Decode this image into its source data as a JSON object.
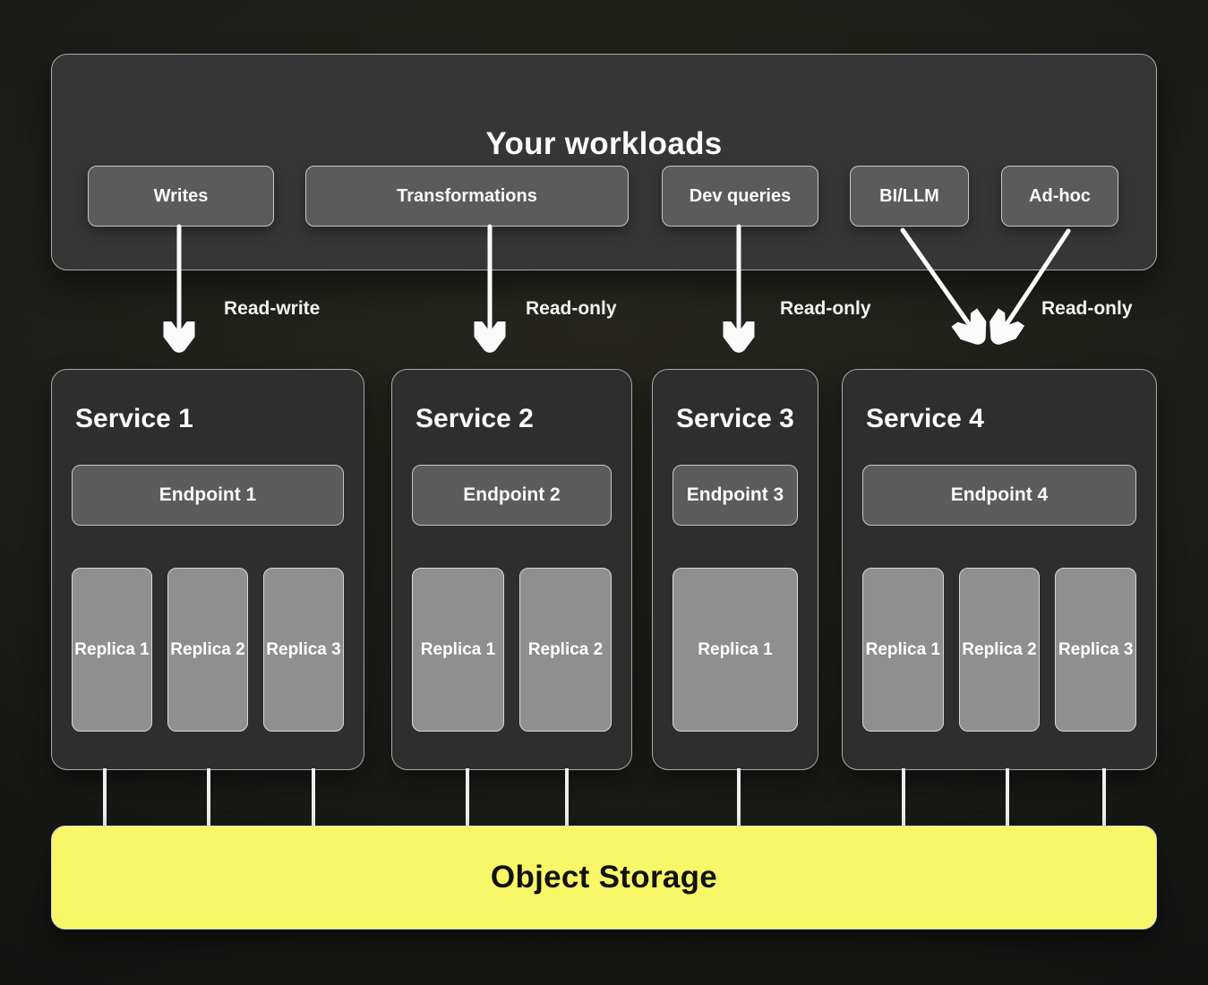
{
  "workloads": {
    "title": "Your workloads",
    "chips": [
      "Writes",
      "Transformations",
      "Dev queries",
      "BI/LLM",
      "Ad-hoc"
    ]
  },
  "flows": [
    "Read-write",
    "Read-only",
    "Read-only",
    "Read-only"
  ],
  "services": [
    {
      "name": "Service 1",
      "endpoint": "Endpoint 1",
      "replicas": [
        "Replica 1",
        "Replica 2",
        "Replica 3"
      ]
    },
    {
      "name": "Service 2",
      "endpoint": "Endpoint 2",
      "replicas": [
        "Replica 1",
        "Replica 2"
      ]
    },
    {
      "name": "Service 3",
      "endpoint": "Endpoint 3",
      "replicas": [
        "Replica 1"
      ]
    },
    {
      "name": "Service 4",
      "endpoint": "Endpoint 4",
      "replicas": [
        "Replica 1",
        "Replica 2",
        "Replica 3"
      ]
    }
  ],
  "storage": {
    "label": "Object Storage"
  },
  "colors": {
    "accent_yellow": "#f7f768",
    "panel_gray": "#363636",
    "service_gray": "#2e2e2e",
    "chip_gray": "#5b5b5b",
    "replica_gray": "#8f8f8f",
    "arrow_white": "#fafafa",
    "text_light": "#fafafa",
    "text_dark": "#121212"
  }
}
